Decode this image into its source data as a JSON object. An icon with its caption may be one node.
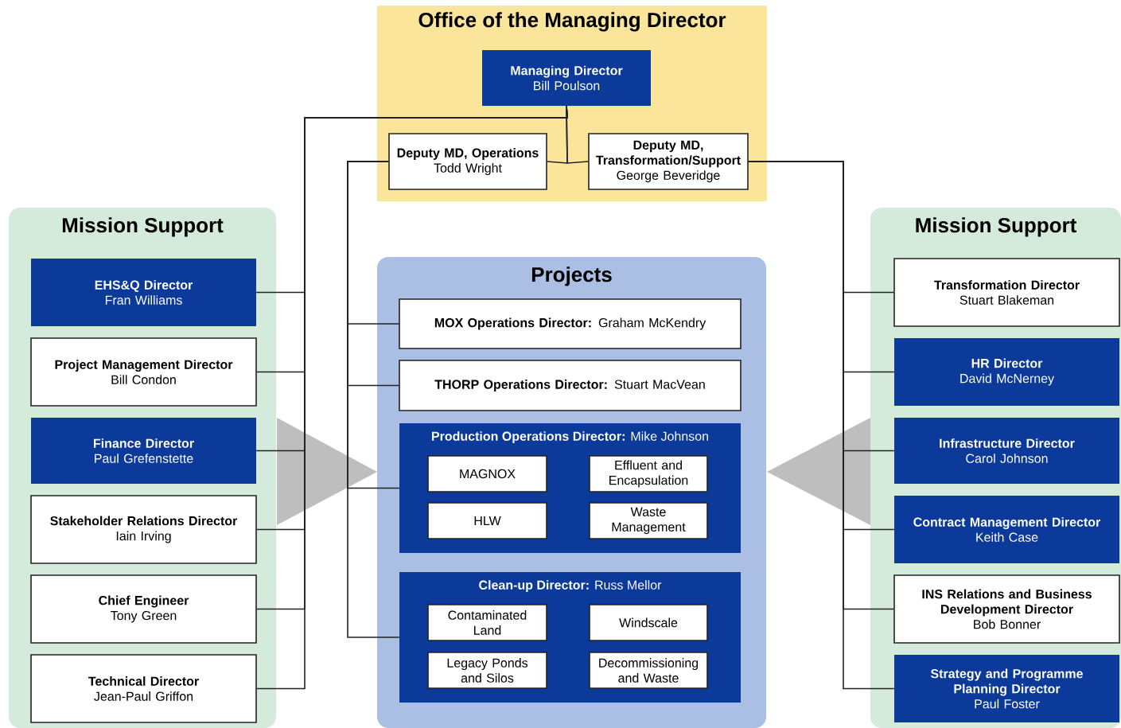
{
  "diagram": {
    "nodes": [
      {
        "text": [
          "Office of the Managing Director"
        ]
      },
      {
        "text": [
          "Managing Director",
          "Bill Poulson"
        ],
        "in": 0
      },
      {
        "text": [
          "Deputy MD, Operations",
          "Todd Wright"
        ],
        "in": 0
      },
      {
        "text": [
          "Deputy MD, Transformation/Support",
          "George Beveridge"
        ],
        "in": 0
      },
      {
        "text": [
          "Mission Support"
        ]
      },
      {
        "text": [
          "EHS&Q Director",
          "Fran Williams"
        ],
        "in": 4
      },
      {
        "text": [
          "Project Management Director",
          "Bill Condon"
        ],
        "in": 4
      },
      {
        "text": [
          "Finance Director",
          "Paul Grefenstette"
        ],
        "in": 4
      },
      {
        "text": [
          "Stakeholder Relations Director",
          "Iain Irving"
        ],
        "in": 4
      },
      {
        "text": [
          "Chief Engineer",
          "Tony Green"
        ],
        "in": 4
      },
      {
        "text": [
          "Technical Director",
          "Jean-Paul Griffon"
        ],
        "in": 4
      },
      {
        "text": [
          "Projects"
        ]
      },
      {
        "text": [
          "**MOX Operations Director:** Graham McKendry"
        ],
        "in": 11
      },
      {
        "text": [
          "**THORP Operations Director:** Stuart MacVean"
        ],
        "in": 11
      },
      {
        "text": [
          "**Production Operations Director:** Mike Johnson"
        ],
        "in": 11
      },
      {
        "text": [
          "MAGNOX"
        ],
        "in": 14
      },
      {
        "text": [
          "Effluent and Encapsulation"
        ],
        "in": 14
      },
      {
        "text": [
          "HLW"
        ],
        "in": 14
      },
      {
        "text": [
          "Waste Management"
        ],
        "in": 14
      },
      {
        "text": [
          "**Clean-up Director:** Russ Mellor"
        ],
        "in": 11
      },
      {
        "text": [
          "Contaminated Land"
        ],
        "in": 19
      },
      {
        "text": [
          "Windscale"
        ],
        "in": 19
      },
      {
        "text": [
          "Legacy Ponds and Silos"
        ],
        "in": 19
      },
      {
        "text": [
          "Decommissioning and Waste"
        ],
        "in": 19
      },
      {
        "text": [
          "Mission Support"
        ]
      },
      {
        "text": [
          "Transformation Director",
          "Stuart Blakeman"
        ],
        "in": 24
      },
      {
        "text": [
          "HR Director",
          "David McNerney"
        ],
        "in": 24
      },
      {
        "text": [
          "Infrastructure Director",
          "Carol Johnson"
        ],
        "in": 24
      },
      {
        "text": [
          "Contract Management Director",
          "Keith Case"
        ],
        "in": 24
      },
      {
        "text": [
          "INS Relations and Business Development Director",
          "Bob Bonner"
        ],
        "in": 24
      },
      {
        "text": [
          "Strategy and Programme Planning Director",
          "Paul Foster"
        ],
        "in": 24
      }
    ],
    "edges": [
      {
        "from": 1,
        "to": 2,
        "arrow": "none"
      },
      {
        "from": 1,
        "to": 3,
        "arrow": "none"
      },
      {
        "from": 1,
        "to": 5,
        "arrow": "none"
      },
      {
        "from": 1,
        "to": 6,
        "arrow": "none"
      },
      {
        "from": 1,
        "to": 7,
        "arrow": "none"
      },
      {
        "from": 1,
        "to": 8,
        "arrow": "none"
      },
      {
        "from": 1,
        "to": 9,
        "arrow": "none"
      },
      {
        "from": 1,
        "to": 10,
        "arrow": "none"
      },
      {
        "from": 2,
        "to": 12,
        "arrow": "none"
      },
      {
        "from": 2,
        "to": 13,
        "arrow": "none"
      },
      {
        "from": 2,
        "to": 14,
        "arrow": "none"
      },
      {
        "from": 2,
        "to": 19,
        "arrow": "none"
      },
      {
        "from": 3,
        "to": 25,
        "arrow": "none"
      },
      {
        "from": 3,
        "to": 26,
        "arrow": "none"
      },
      {
        "from": 3,
        "to": 27,
        "arrow": "none"
      },
      {
        "from": 3,
        "to": 28,
        "arrow": "none"
      },
      {
        "from": 3,
        "to": 29,
        "arrow": "none"
      },
      {
        "from": 3,
        "to": 30,
        "arrow": "none"
      }
    ]
  }
}
